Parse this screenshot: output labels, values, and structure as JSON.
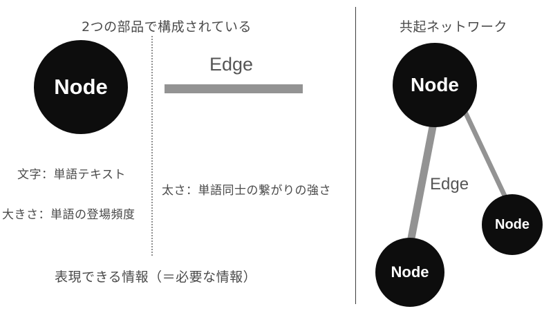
{
  "colors": {
    "node_fill": "#0d0d0d",
    "node_text": "#ffffff",
    "edge_gray": "#939393",
    "body_text": "#4a4a4a",
    "divider": "#3c3c3c",
    "background": "#ffffff"
  },
  "left_panel": {
    "title": "2つの部品で構成されている",
    "node_legend": {
      "label": "Node",
      "attributes": [
        "文字：単語テキスト",
        "大きさ：単語の登場頻度"
      ]
    },
    "edge_legend": {
      "label": "Edge",
      "attributes": [
        "太さ：単語同士の繋がりの強さ"
      ]
    },
    "caption": "表現できる情報（＝必要な情報）"
  },
  "right_panel": {
    "title": "共起ネットワーク",
    "edge_label": "Edge",
    "nodes": [
      {
        "id": "main",
        "label": "Node",
        "size": "large"
      },
      {
        "id": "left",
        "label": "Node",
        "size": "medium"
      },
      {
        "id": "right",
        "label": "Node",
        "size": "small"
      }
    ],
    "edges": [
      {
        "from": "main",
        "to": "left",
        "weight": "thick"
      },
      {
        "from": "main",
        "to": "right",
        "weight": "thin"
      }
    ]
  }
}
